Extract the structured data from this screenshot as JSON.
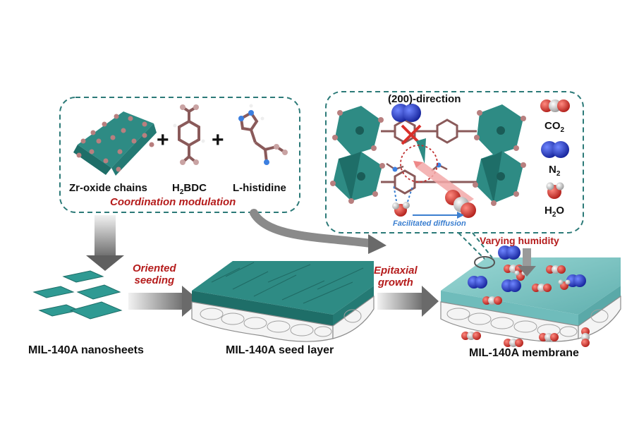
{
  "left_box": {
    "zr_label": "Zr-oxide chains",
    "h2bdc_label_main": "H",
    "h2bdc_sub": "2",
    "h2bdc_label_rest": "BDC",
    "histidine_label": "L-histidine",
    "plus_sign": "+",
    "modulation_label": "Coordination modulation"
  },
  "right_box": {
    "direction_label": "(200)-direction",
    "co2_main": "CO",
    "co2_sub": "2",
    "n2_main": "N",
    "n2_sub": "2",
    "h2o_main": "H",
    "h2o_sub": "2",
    "h2o_rest": "O",
    "diffusion_label": "Facilitated diffusion"
  },
  "steps": {
    "oriented_line1": "Oriented",
    "oriented_line2": "seeding",
    "epitaxial_line1": "Epitaxial",
    "epitaxial_line2": "growth",
    "humidity_label": "Varying humidity"
  },
  "captions": {
    "nanosheets": "MIL-140A nanosheets",
    "seed_layer": "MIL-140A seed layer",
    "membrane": "MIL-140A membrane"
  },
  "colors": {
    "teal": "#2e8b84",
    "dashed_border": "#2c7a78",
    "red_text": "#b51c1c",
    "blue_text": "#3b7fd0",
    "n2_blue": "#1f35c9",
    "o_red": "#d9302a",
    "bond_brown": "#8a5a5a"
  }
}
